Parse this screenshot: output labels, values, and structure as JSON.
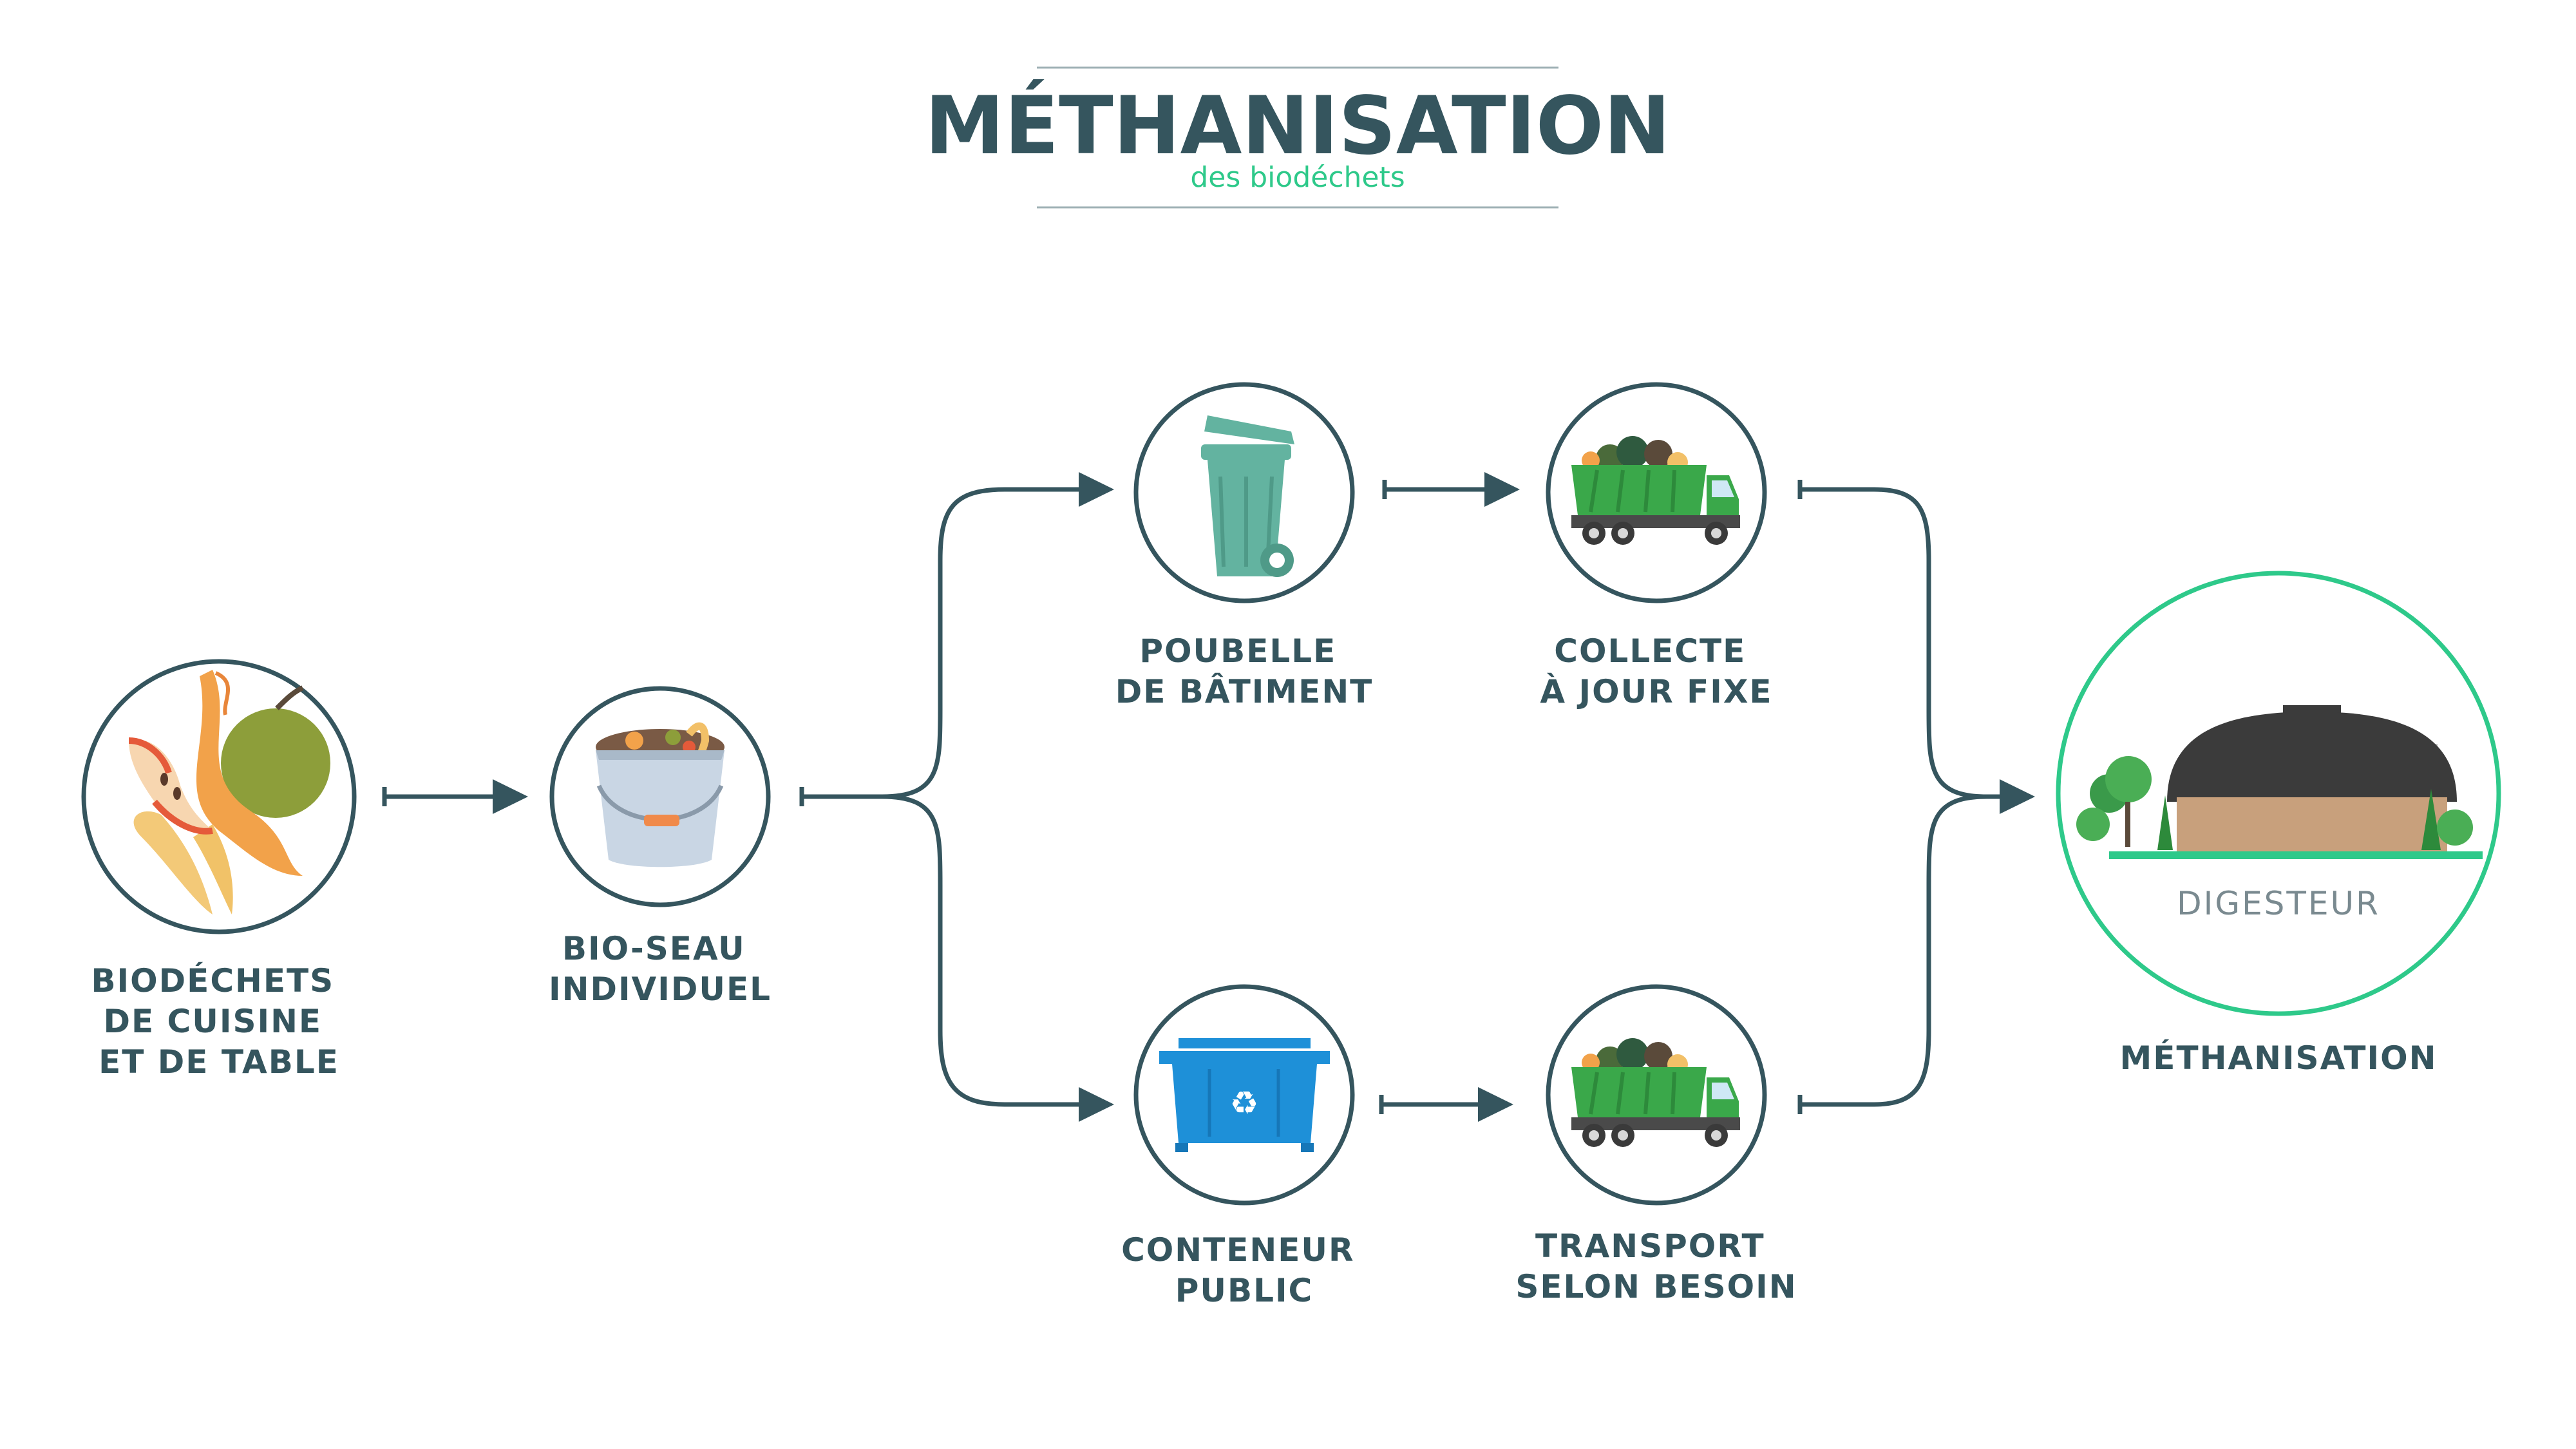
{
  "header": {
    "title": "MÉTHANISATION",
    "subtitle": "des biodéchets"
  },
  "steps": {
    "biowaste": {
      "lines": [
        "BIODÉCHETS",
        "DE CUISINE",
        "ET DE TABLE"
      ],
      "icon": "food-waste-icon"
    },
    "bucket": {
      "lines": [
        "BIO-SEAU",
        "INDIVIDUEL"
      ],
      "icon": "bio-bucket-icon"
    },
    "building_bin": {
      "lines": [
        "POUBELLE",
        "DE BÂTIMENT"
      ],
      "icon": "wheelie-bin-icon"
    },
    "collect_fixed": {
      "lines": [
        "COLLECTE",
        "À JOUR FIXE"
      ],
      "icon": "garbage-truck-icon"
    },
    "public_container": {
      "lines": [
        "CONTENEUR",
        "PUBLIC"
      ],
      "icon": "recycling-container-icon"
    },
    "transport_need": {
      "lines": [
        "TRANSPORT",
        "SELON BESOIN"
      ],
      "icon": "garbage-truck-icon"
    },
    "methanisation": {
      "lines": [
        "MÉTHANISATION"
      ],
      "inner_label": "DIGESTEUR",
      "icon": "digester-icon"
    }
  },
  "colors": {
    "dark": "#35555e",
    "accent_green": "#2ec98a",
    "truck_green": "#3aa84a",
    "bin_teal": "#63b3a0",
    "container_blue": "#1e90d8"
  }
}
